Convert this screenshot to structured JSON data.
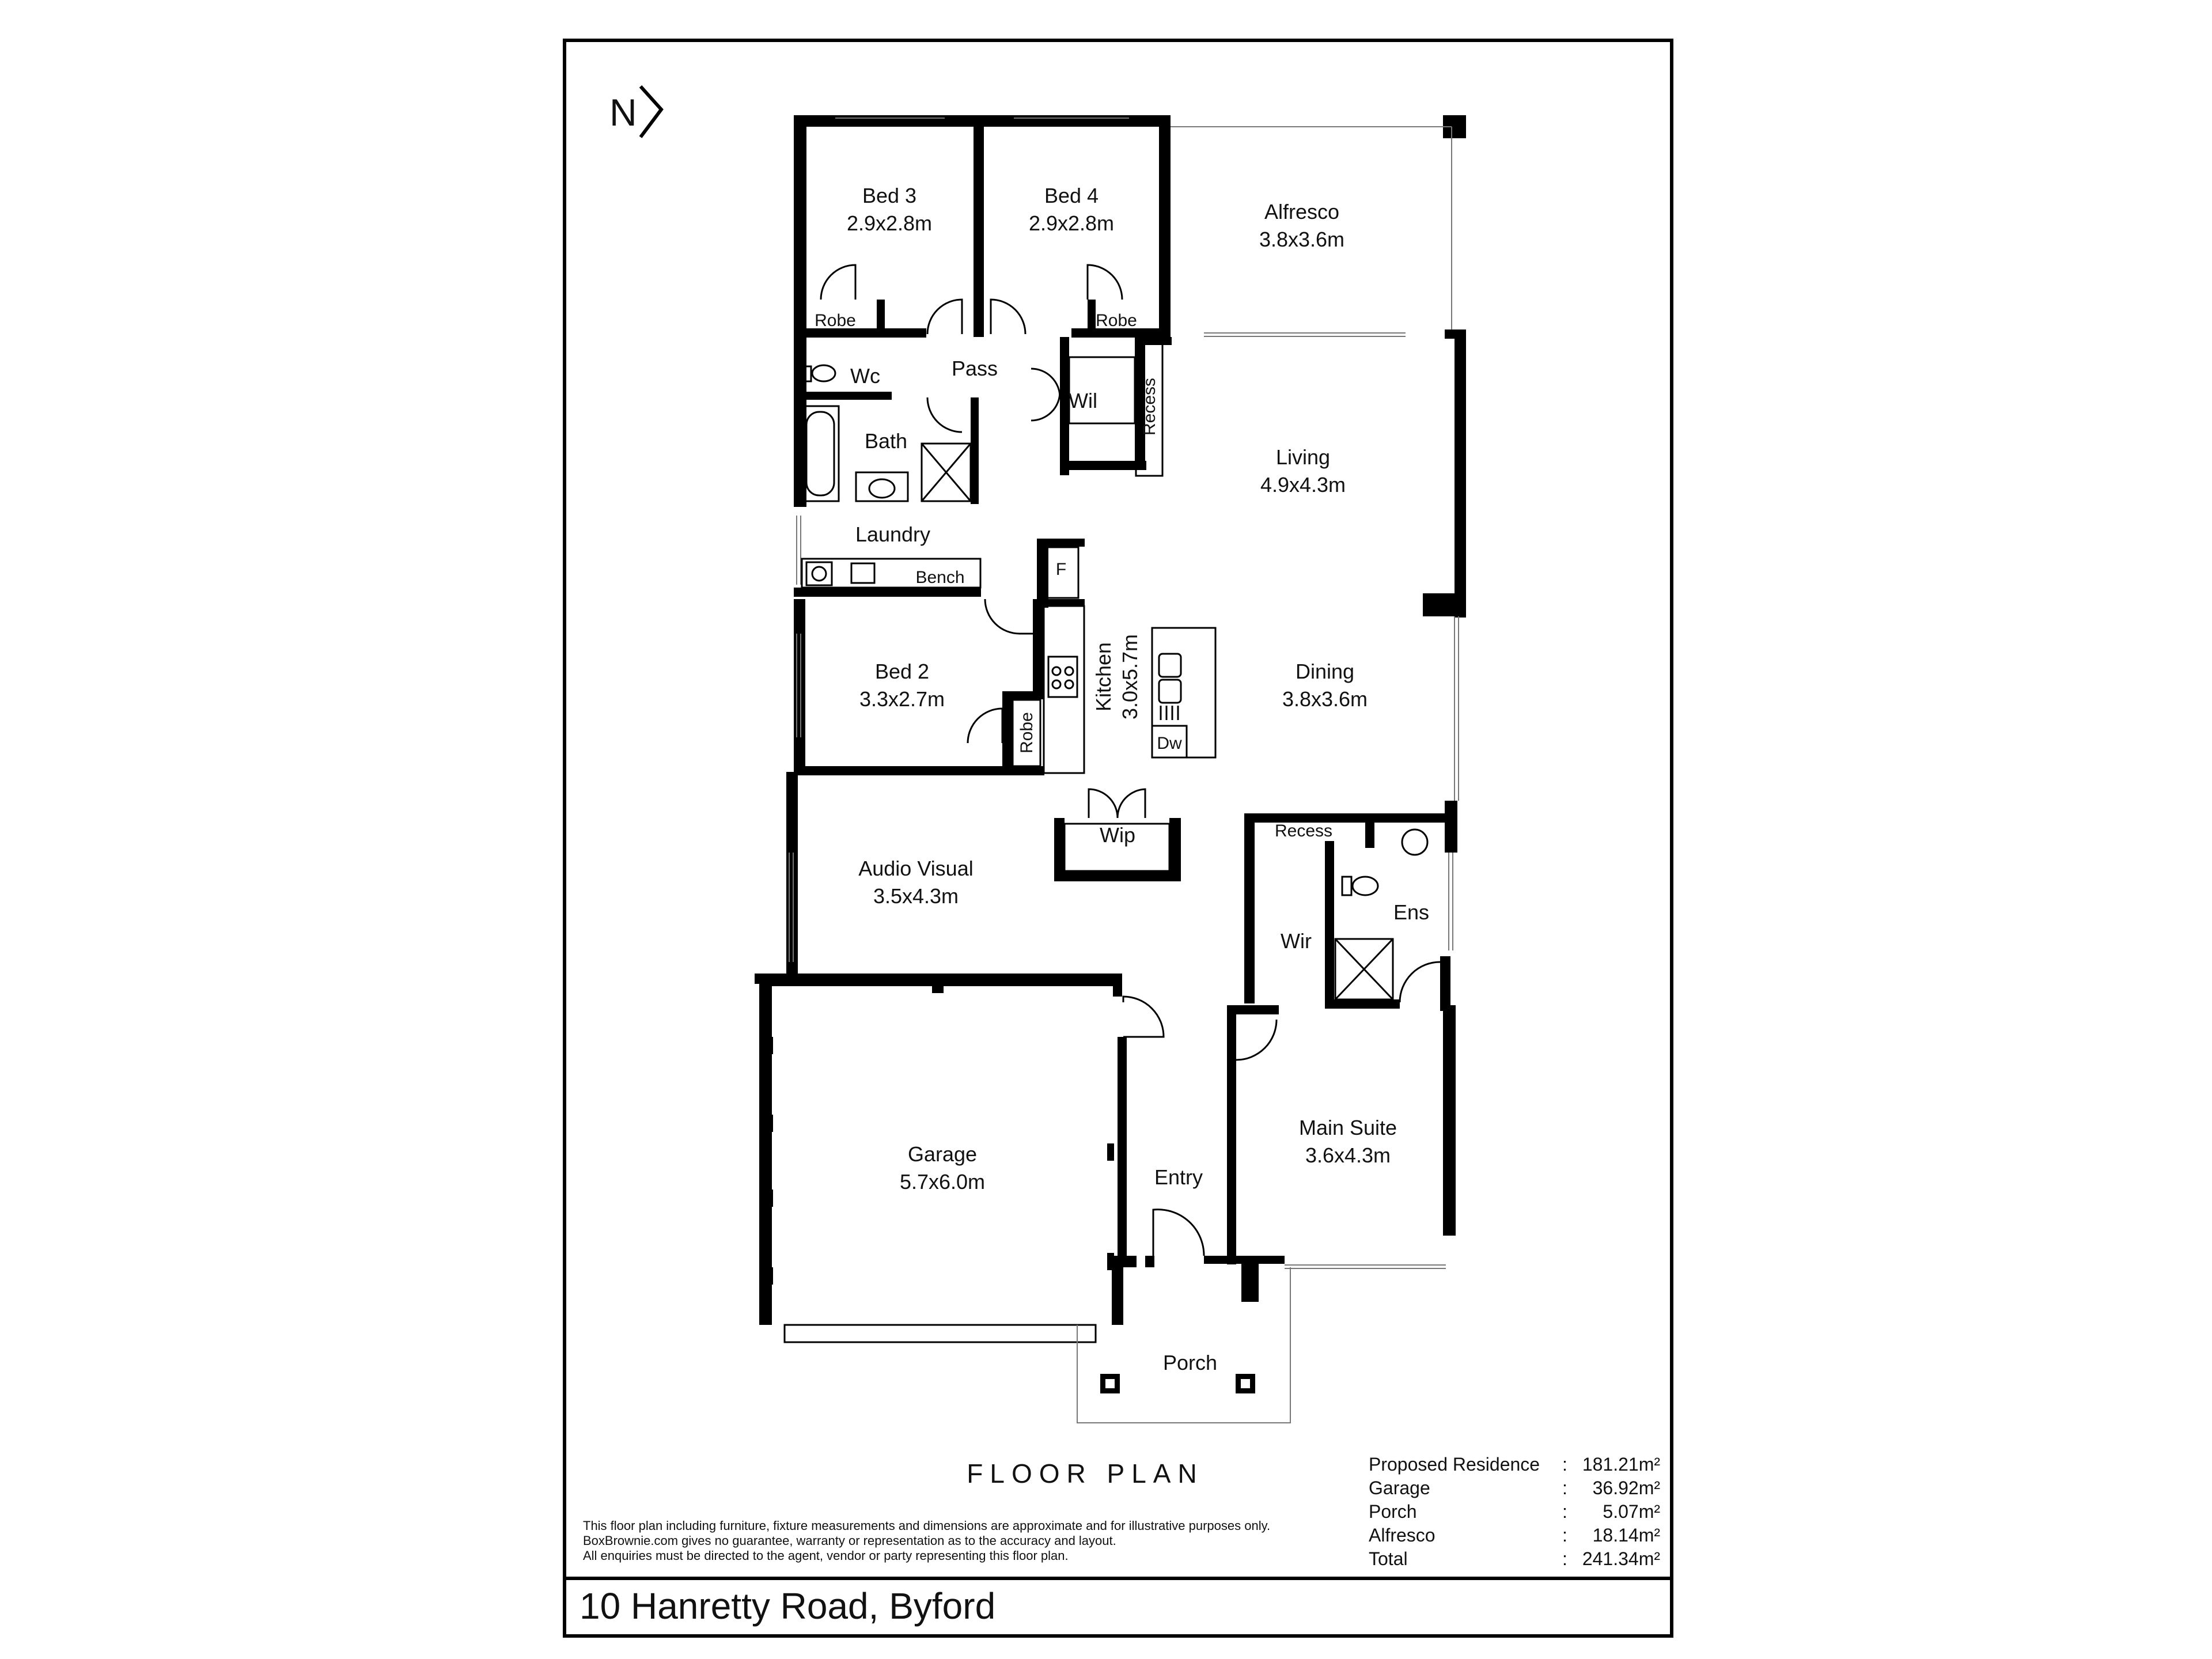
{
  "north_label": "N",
  "rooms": {
    "bed3": {
      "name": "Bed 3",
      "size": "2.9x2.8m"
    },
    "bed4": {
      "name": "Bed 4",
      "size": "2.9x2.8m"
    },
    "alfresco": {
      "name": "Alfresco",
      "size": "3.8x3.6m"
    },
    "robe_bed3": "Robe",
    "robe_bed4": "Robe",
    "wc": "Wc",
    "pass": "Pass",
    "wil": "Wil",
    "recess_living": "Recess",
    "living": {
      "name": "Living",
      "size": "4.9x4.3m"
    },
    "bath": "Bath",
    "laundry": "Laundry",
    "bench": "Bench",
    "fridge": "F",
    "kitchen": {
      "name": "Kitchen",
      "size": "3.0x5.7m"
    },
    "dining": {
      "name": "Dining",
      "size": "3.8x3.6m"
    },
    "dishwasher": "Dw",
    "bed2": {
      "name": "Bed 2",
      "size": "3.3x2.7m"
    },
    "robe_bed2": "Robe",
    "wip": "Wip",
    "audio_visual": {
      "name": "Audio Visual",
      "size": "3.5x4.3m"
    },
    "recess_suite": "Recess",
    "ens": "Ens",
    "wir": "Wir",
    "garage": {
      "name": "Garage",
      "size": "5.7x6.0m"
    },
    "entry": "Entry",
    "main_suite": {
      "name": "Main Suite",
      "size": "3.6x4.3m"
    },
    "porch": "Porch"
  },
  "plan_title": "FLOOR PLAN",
  "disclaimer": [
    "This floor plan including furniture, fixture measurements and dimensions are approximate and for illustrative purposes only.",
    "BoxBrownie.com gives no guarantee, warranty or representation as to the accuracy and layout.",
    "All enquiries must be directed to the agent, vendor or party representing this floor plan."
  ],
  "areas": [
    {
      "label": "Proposed Residence",
      "value": "181.21m²"
    },
    {
      "label": "Garage",
      "value": "36.92m²"
    },
    {
      "label": "Porch",
      "value": "5.07m²"
    },
    {
      "label": "Alfresco",
      "value": "18.14m²"
    },
    {
      "label": "Total",
      "value": "241.34m²"
    }
  ],
  "area_separator": ":",
  "address": "10 Hanretty Road, Byford"
}
